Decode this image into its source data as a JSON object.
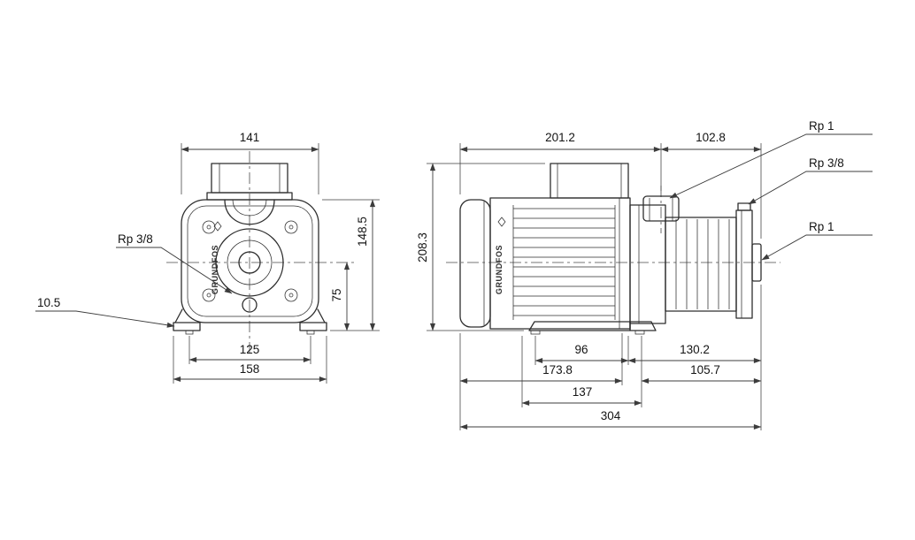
{
  "drawing": {
    "brand": "GRUNDFOS",
    "front_view": {
      "top_width": "141",
      "right_height": "148.5",
      "center_to_base": "75",
      "foot_hole_span": "125",
      "base_width": "158",
      "base_thickness": "10.5",
      "plug_port": "Rp 3/8"
    },
    "side_view": {
      "motor_length": "201.2",
      "pump_length": "102.8",
      "overall_height": "208.3",
      "motor_foot_span": "96",
      "pump_section": "130.2",
      "motor_span": "173.8",
      "pump_foot_span": "105.7",
      "foot_spacing": "137",
      "overall_length": "304",
      "top_port": "Rp 1",
      "plug_port": "Rp 3/8",
      "end_port": "Rp 1"
    }
  }
}
